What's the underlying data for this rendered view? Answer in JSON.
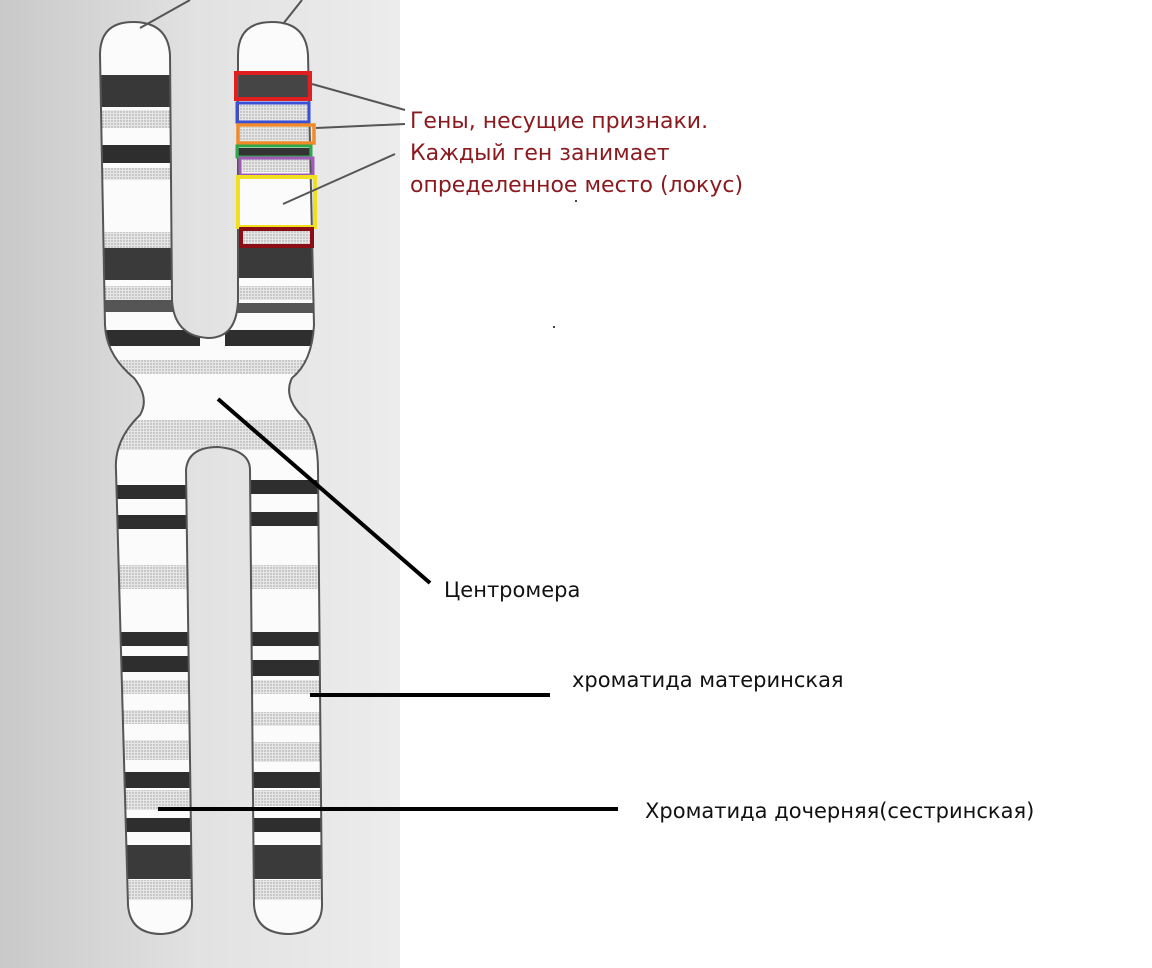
{
  "labels": {
    "genes": [
      "Гены, несущие признаки.",
      "Каждый ген занимает",
      "определенное место (локус)"
    ],
    "centromere": "Центромера",
    "maternal": "хроматида материнская",
    "daughter": "Хроматида дочерняя(сестринская)"
  },
  "colors": {
    "gene_text": "#8b1a1f",
    "gene_boxes": [
      "#e02020",
      "#3a4fd8",
      "#f08a2a",
      "#2ea84a",
      "#a05ab8",
      "#f0e020",
      "#8b0d16"
    ]
  }
}
